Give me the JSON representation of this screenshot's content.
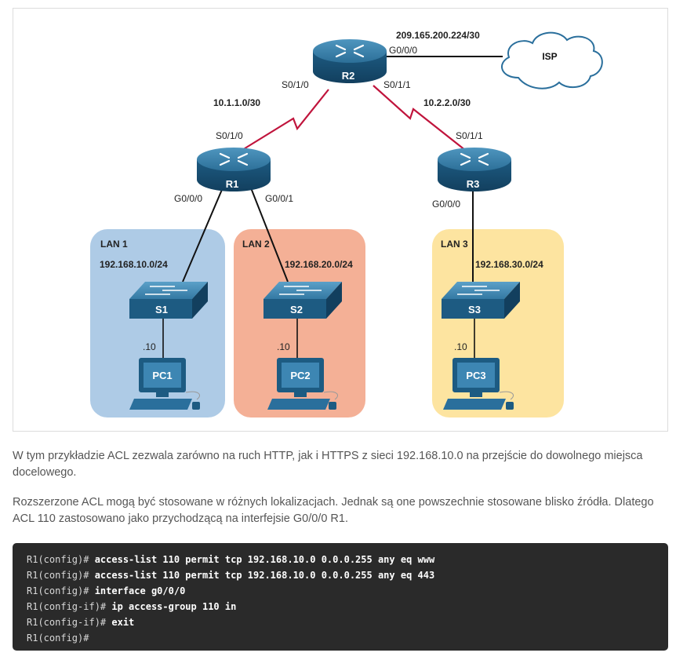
{
  "diagram": {
    "networks": {
      "isp_link": "209.165.200.224/30",
      "r1_r2": "10.1.1.0/30",
      "r2_r3": "10.2.2.0/30"
    },
    "devices": {
      "r1": "R1",
      "r2": "R2",
      "r3": "R3",
      "s1": "S1",
      "s2": "S2",
      "s3": "S3",
      "pc1": "PC1",
      "pc2": "PC2",
      "pc3": "PC3",
      "isp": "ISP"
    },
    "interfaces": {
      "r2_g000": "G0/0/0",
      "r2_s010": "S0/1/0",
      "r2_s011": "S0/1/1",
      "r1_s010": "S0/1/0",
      "r1_g000": "G0/0/0",
      "r1_g001": "G0/0/1",
      "r3_s011": "S0/1/1",
      "r3_g000": "G0/0/0"
    },
    "lans": [
      {
        "name": "LAN 1",
        "network": "192.168.10.0/24",
        "host": ".10",
        "color": "#aecbe6"
      },
      {
        "name": "LAN 2",
        "network": "192.168.20.0/24",
        "host": ".10",
        "color": "#f4b096"
      },
      {
        "name": "LAN 3",
        "network": "192.168.30.0/24",
        "host": ".10",
        "color": "#fde4a0"
      }
    ],
    "colors": {
      "device_blue": "#1f5f86",
      "serial_link": "#c0143c"
    }
  },
  "text": {
    "para1": "W tym przykładzie ACL zezwala zarówno na ruch HTTP, jak i HTTPS z sieci 192.168.10.0 na przejście do dowolnego miejsca docelowego.",
    "para2": "Rozszerzone ACL mogą być stosowane w różnych lokalizacjach. Jednak są one powszechnie stosowane blisko źródła. Dlatego ACL 110 zastosowano jako przychodzącą na interfejsie G0/0/0 R1."
  },
  "code": [
    {
      "prompt": "R1(config)#",
      "cmd": " access-list 110 permit tcp 192.168.10.0 0.0.0.255 any eq www"
    },
    {
      "prompt": "R1(config)#",
      "cmd": " access-list 110 permit tcp 192.168.10.0 0.0.0.255 any eq 443"
    },
    {
      "prompt": "R1(config)#",
      "cmd": " interface g0/0/0"
    },
    {
      "prompt": "R1(config-if)#",
      "cmd": " ip access-group 110 in"
    },
    {
      "prompt": "R1(config-if)#",
      "cmd": " exit"
    },
    {
      "prompt": "R1(config)#",
      "cmd": ""
    }
  ]
}
